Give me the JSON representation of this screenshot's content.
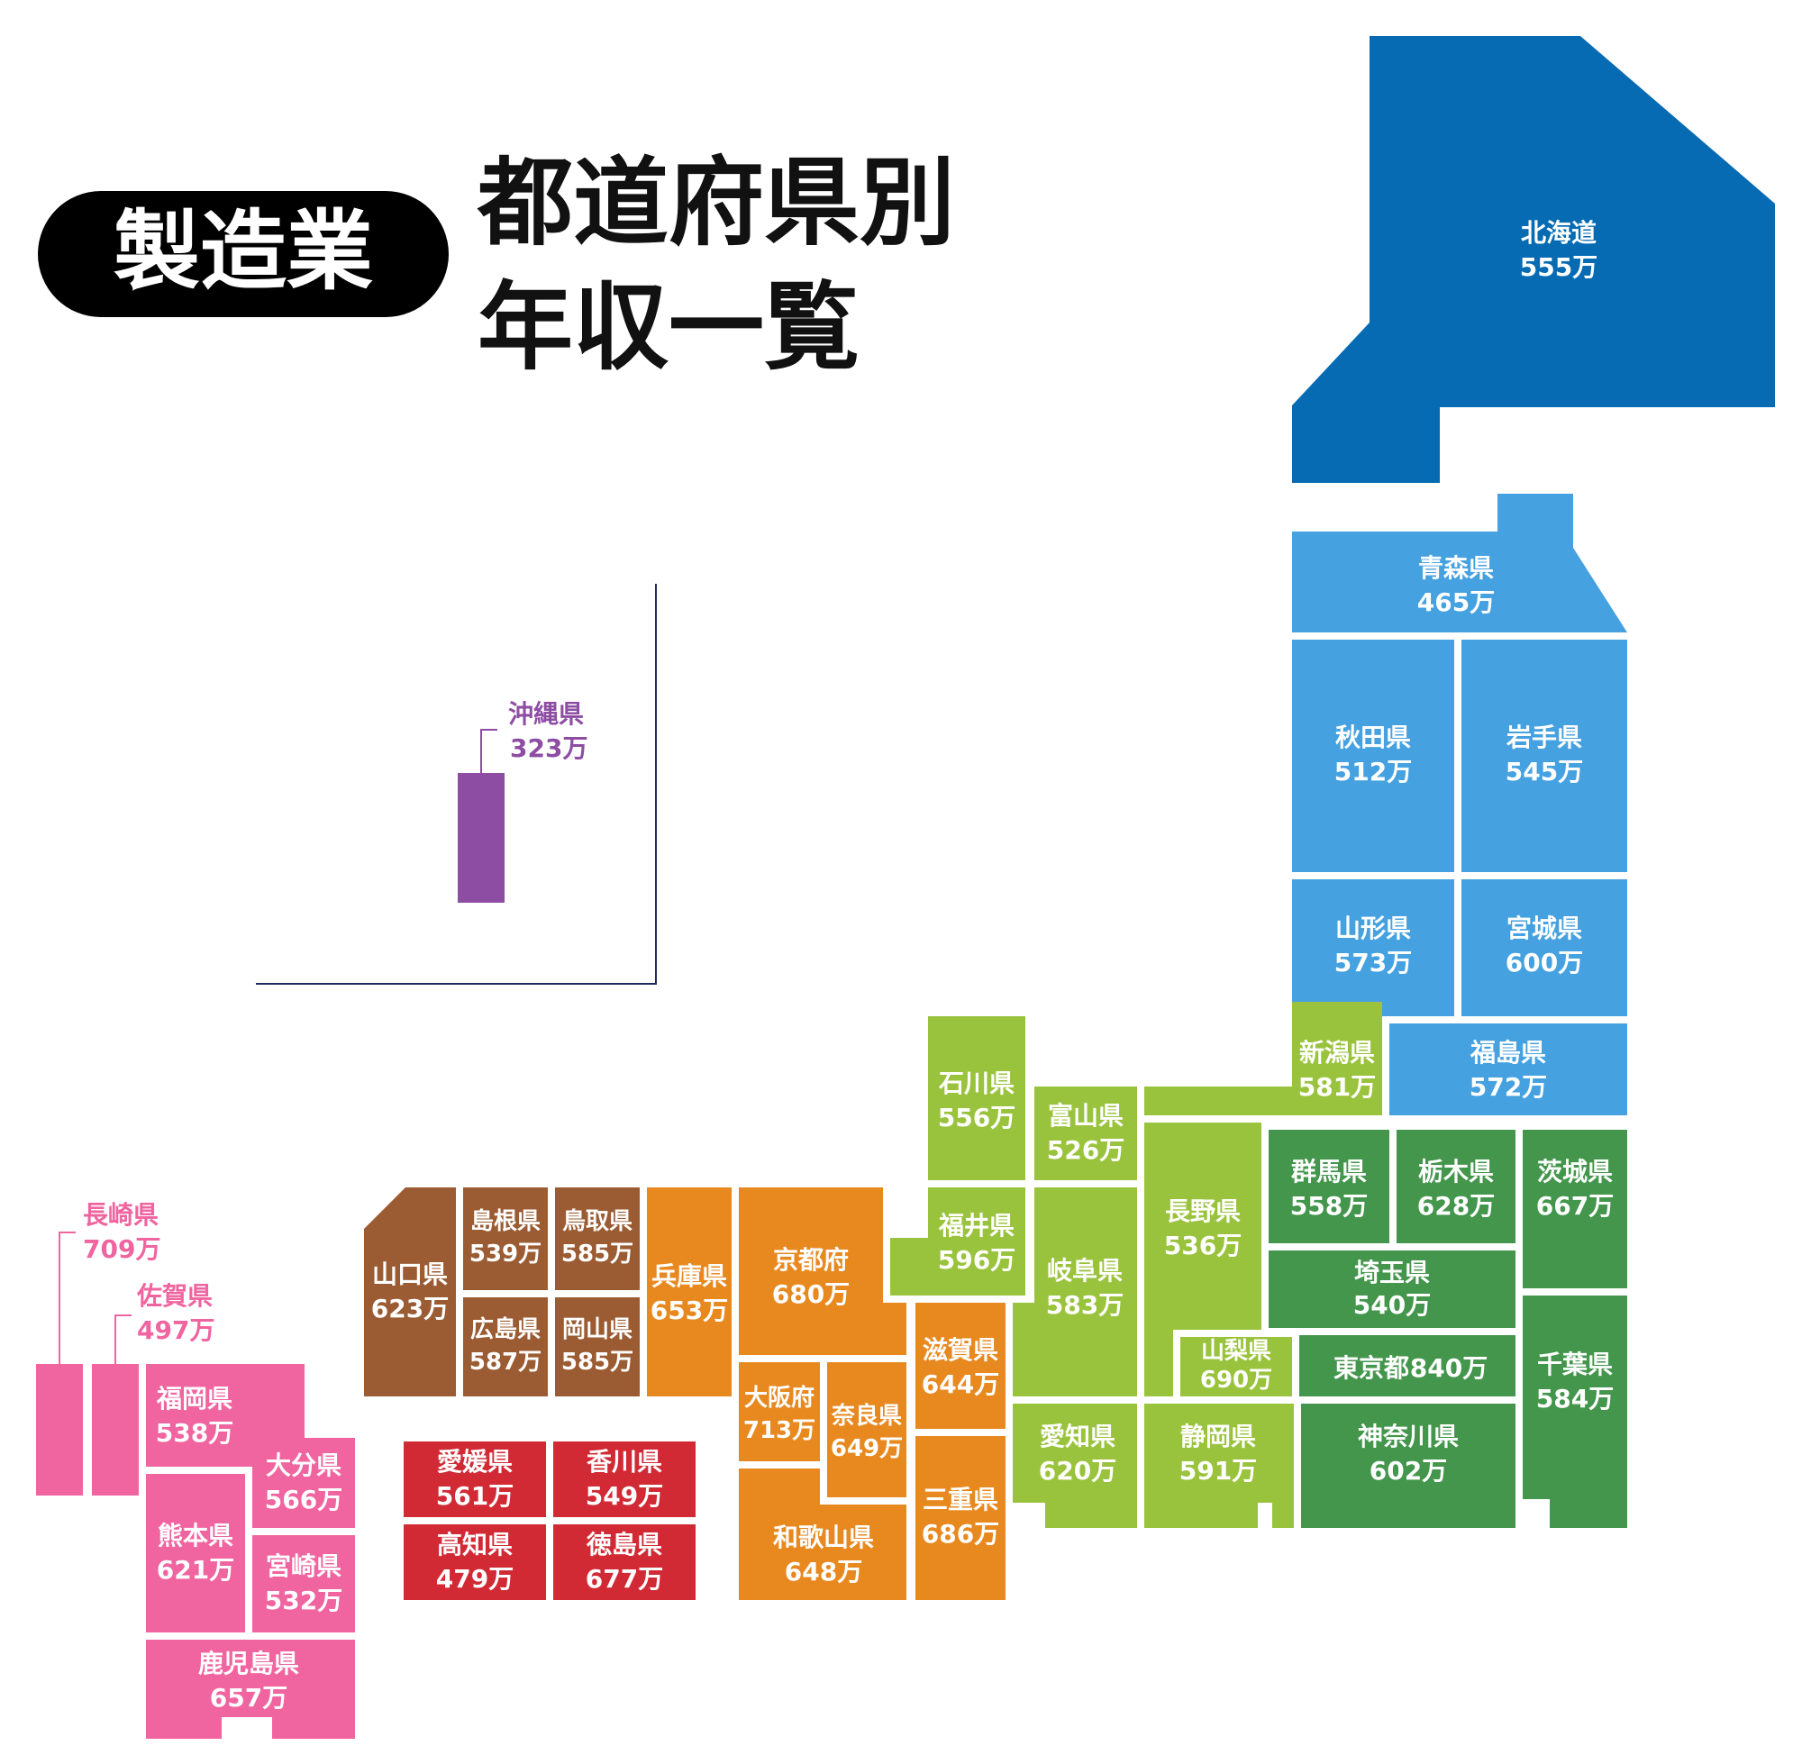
{
  "badge": "製造業",
  "title": {
    "line1": "都道府県別",
    "line2": "年収一覧"
  },
  "colors": {
    "hokkaido": "#066bb2",
    "tohoku": "#45a1e0",
    "kanto": "#43964c",
    "chubu": "#9ac33d",
    "kinki": "#e88920",
    "chugoku": "#9b5c33",
    "shikoku": "#d12a35",
    "kyushu": "#f064a0",
    "okinawa": "#8d4da3"
  },
  "prefectures": {
    "hokkaido": {
      "name": "北海道",
      "value": "555万"
    },
    "aomori": {
      "name": "青森県",
      "value": "465万"
    },
    "akita": {
      "name": "秋田県",
      "value": "512万"
    },
    "iwate": {
      "name": "岩手県",
      "value": "545万"
    },
    "yamagata": {
      "name": "山形県",
      "value": "573万"
    },
    "miyagi": {
      "name": "宮城県",
      "value": "600万"
    },
    "fukushima": {
      "name": "福島県",
      "value": "572万"
    },
    "niigata": {
      "name": "新潟県",
      "value": "581万"
    },
    "ishikawa": {
      "name": "石川県",
      "value": "556万"
    },
    "toyama": {
      "name": "富山県",
      "value": "526万"
    },
    "fukui": {
      "name": "福井県",
      "value": "596万"
    },
    "nagano": {
      "name": "長野県",
      "value": "536万"
    },
    "gifu": {
      "name": "岐阜県",
      "value": "583万"
    },
    "gunma": {
      "name": "群馬県",
      "value": "558万"
    },
    "tochigi": {
      "name": "栃木県",
      "value": "628万"
    },
    "ibaraki": {
      "name": "茨城県",
      "value": "667万"
    },
    "saitama": {
      "name": "埼玉県",
      "value": "540万"
    },
    "yamanashi": {
      "name": "山梨県",
      "value": "690万"
    },
    "tokyo": {
      "name": "東京都",
      "value": "840万"
    },
    "chiba": {
      "name": "千葉県",
      "value": "584万"
    },
    "kanagawa": {
      "name": "神奈川県",
      "value": "602万"
    },
    "aichi": {
      "name": "愛知県",
      "value": "620万"
    },
    "shizuoka": {
      "name": "静岡県",
      "value": "591万"
    },
    "shiga": {
      "name": "滋賀県",
      "value": "644万"
    },
    "kyoto": {
      "name": "京都府",
      "value": "680万"
    },
    "hyogo": {
      "name": "兵庫県",
      "value": "653万"
    },
    "osaka": {
      "name": "大阪府",
      "value": "713万"
    },
    "nara": {
      "name": "奈良県",
      "value": "649万"
    },
    "mie": {
      "name": "三重県",
      "value": "686万"
    },
    "wakayama": {
      "name": "和歌山県",
      "value": "648万"
    },
    "yamaguchi": {
      "name": "山口県",
      "value": "623万"
    },
    "shimane": {
      "name": "島根県",
      "value": "539万"
    },
    "tottori": {
      "name": "鳥取県",
      "value": "585万"
    },
    "hiroshima": {
      "name": "広島県",
      "value": "587万"
    },
    "okayama": {
      "name": "岡山県",
      "value": "585万"
    },
    "ehime": {
      "name": "愛媛県",
      "value": "561万"
    },
    "kagawa": {
      "name": "香川県",
      "value": "549万"
    },
    "kochi": {
      "name": "高知県",
      "value": "479万"
    },
    "tokushima": {
      "name": "徳島県",
      "value": "677万"
    },
    "nagasaki": {
      "name": "長崎県",
      "value": "709万"
    },
    "saga": {
      "name": "佐賀県",
      "value": "497万"
    },
    "fukuoka": {
      "name": "福岡県",
      "value": "538万"
    },
    "oita": {
      "name": "大分県",
      "value": "566万"
    },
    "kumamoto": {
      "name": "熊本県",
      "value": "621万"
    },
    "miyazaki": {
      "name": "宮崎県",
      "value": "532万"
    },
    "kagoshima": {
      "name": "鹿児島県",
      "value": "657万"
    },
    "okinawa": {
      "name": "沖縄県",
      "value": "323万"
    }
  }
}
